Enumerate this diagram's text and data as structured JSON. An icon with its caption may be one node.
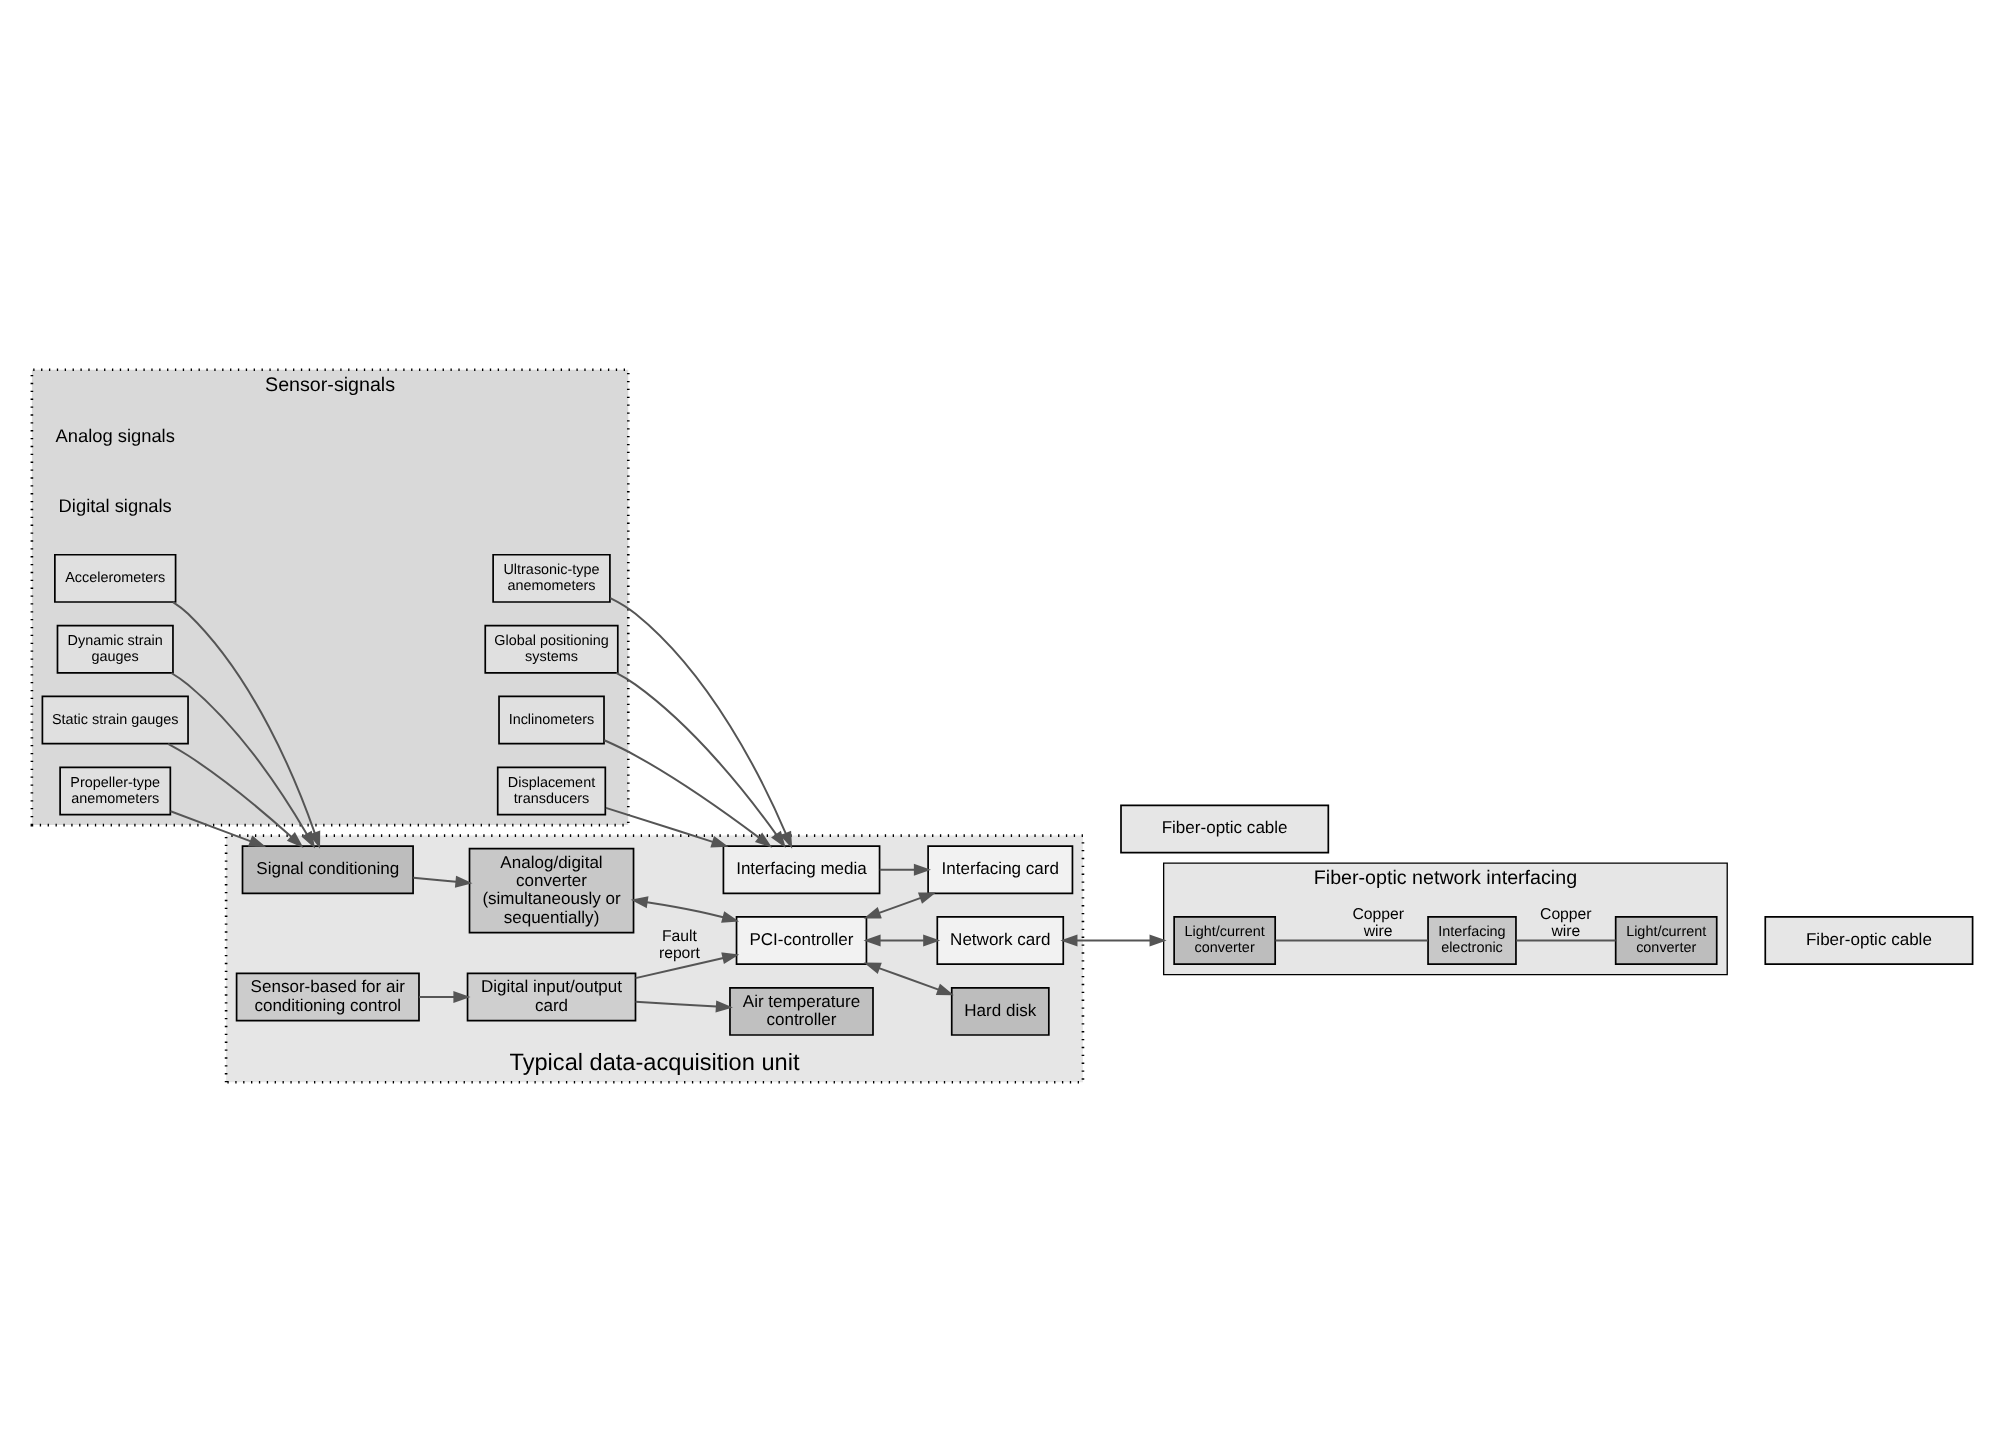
{
  "diagram": {
    "nodes": [
      {
        "text": [
          "Sensor-signals"
        ]
      },
      {
        "text": [
          "Accelerometers"
        ],
        "in": 0
      },
      {
        "text": [
          "Dynamic strain gauges"
        ],
        "in": 0
      },
      {
        "text": [
          "Static strain gauges"
        ],
        "in": 0
      },
      {
        "text": [
          "Propeller-type anemometers"
        ],
        "in": 0
      },
      {
        "text": [
          "Ultrasonic-type anemometers"
        ],
        "in": 0
      },
      {
        "text": [
          "Global positioning systems"
        ],
        "in": 0
      },
      {
        "text": [
          "Inclinometers"
        ],
        "in": 0
      },
      {
        "text": [
          "Displacement transducers"
        ],
        "in": 0
      },
      {
        "text": [
          "Typical data-acquisition unit"
        ]
      },
      {
        "text": [
          "Signal conditioning"
        ],
        "in": 9
      },
      {
        "text": [
          "Interfacing media"
        ],
        "in": 9
      },
      {
        "text": [
          "Analog/digital converter (simultaneously or sequentially)"
        ],
        "in": 9
      },
      {
        "text": [
          "Sensor-based for air conditioning control"
        ],
        "in": 9
      },
      {
        "text": [
          "Hard disk"
        ],
        "in": 9
      },
      {
        "text": [
          "PCI-controller"
        ],
        "in": 9
      },
      {
        "text": [
          "Digital input/output card"
        ],
        "in": 9
      },
      {
        "text": [
          "Network card"
        ],
        "in": 9
      },
      {
        "text": [
          "Interfacing card"
        ],
        "in": 9
      },
      {
        "text": [
          "Air temperature controller"
        ],
        "in": 9
      },
      {
        "text": [
          "Fiber-optic network interfacing"
        ]
      },
      {
        "text": [
          "Light/current converter"
        ],
        "in": 20
      },
      {
        "text": [
          "Interfacing electronic"
        ],
        "in": 20
      },
      {
        "text": [
          "Light/current converter"
        ],
        "in": 20
      },
      {
        "text": [
          "Fiber-optic cable"
        ]
      },
      {
        "text": [
          "Fiber-optic cable"
        ]
      }
    ],
    "edges": [
      {
        "from": 1,
        "to": 10,
        "arrow": "to"
      },
      {
        "from": 2,
        "to": 10,
        "arrow": "to"
      },
      {
        "from": 3,
        "to": 10,
        "arrow": "to"
      },
      {
        "from": 4,
        "to": 10,
        "arrow": "to"
      },
      {
        "from": 5,
        "to": 11,
        "arrow": "to"
      },
      {
        "from": 6,
        "to": 11,
        "arrow": "to"
      },
      {
        "from": 7,
        "to": 11,
        "arrow": "to"
      },
      {
        "from": 8,
        "to": 11,
        "arrow": "to"
      },
      {
        "from": 10,
        "to": 12,
        "arrow": "to"
      },
      {
        "from": 11,
        "to": 18,
        "arrow": "to"
      },
      {
        "from": 12,
        "to": 15,
        "arrow": "both"
      },
      {
        "from": 15,
        "to": 18,
        "arrow": "both"
      },
      {
        "from": 15,
        "to": 14,
        "arrow": "both"
      },
      {
        "from": 15,
        "to": 17,
        "arrow": "both"
      },
      {
        "from": 16,
        "to": 15,
        "arrow": "to",
        "label": "Fault report"
      },
      {
        "from": 13,
        "to": 16,
        "arrow": "to"
      },
      {
        "from": 16,
        "to": 19,
        "arrow": "to"
      },
      {
        "from": 17,
        "to": 20,
        "arrow": "both"
      },
      {
        "from": 21,
        "to": 22,
        "arrow": "none",
        "label": "Copper wire"
      },
      {
        "from": 22,
        "to": 23,
        "arrow": "none",
        "label": "Copper wire"
      }
    ],
    "labels": [
      "Analog signals",
      "Digital signals"
    ]
  }
}
